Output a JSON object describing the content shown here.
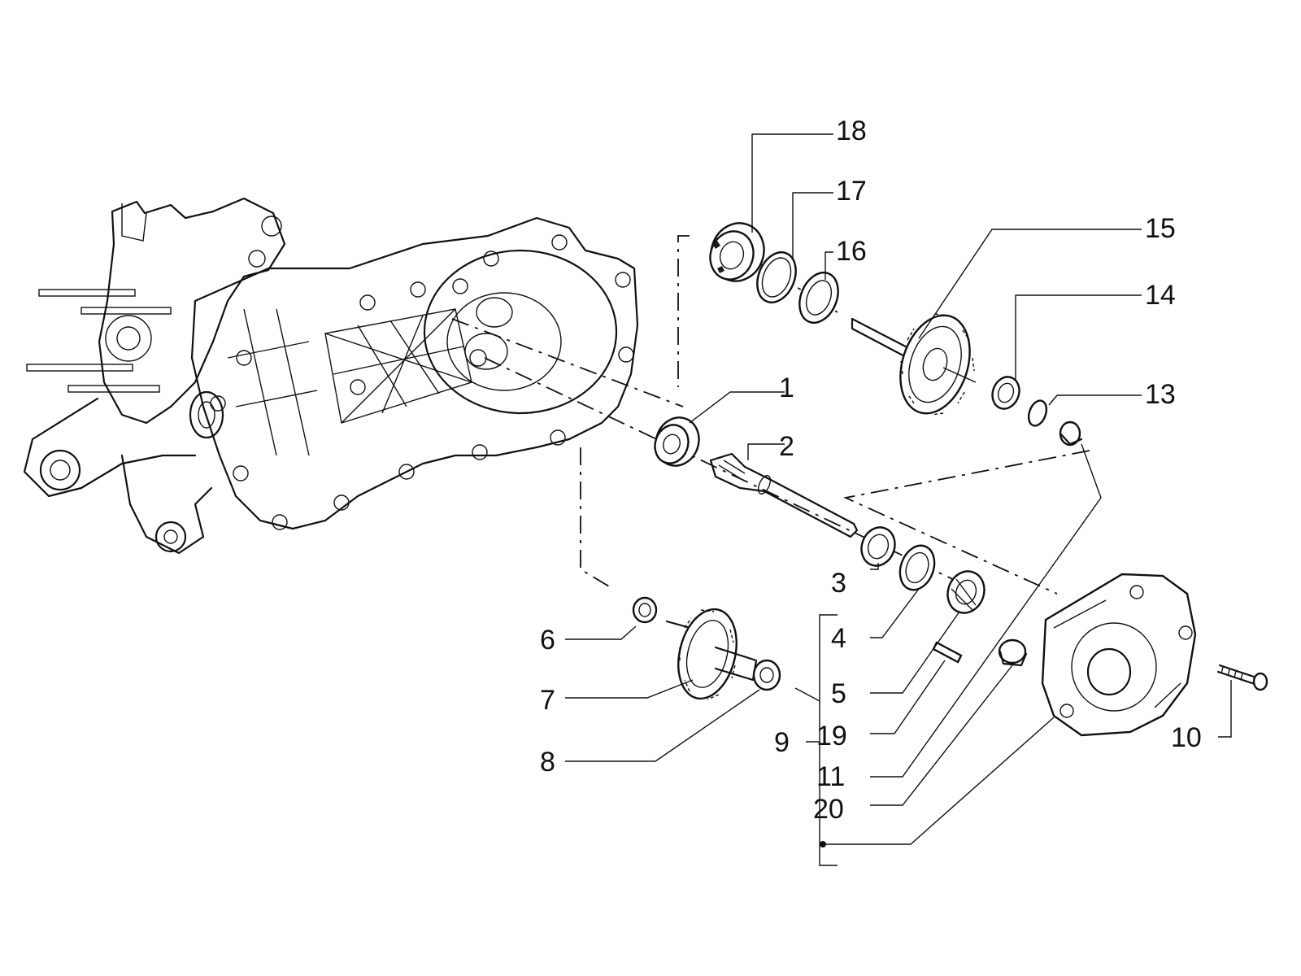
{
  "callouts": [
    {
      "id": "1",
      "label": "1"
    },
    {
      "id": "2",
      "label": "2"
    },
    {
      "id": "3",
      "label": "3"
    },
    {
      "id": "4",
      "label": "4"
    },
    {
      "id": "5",
      "label": "5"
    },
    {
      "id": "6",
      "label": "6"
    },
    {
      "id": "7",
      "label": "7"
    },
    {
      "id": "8",
      "label": "8"
    },
    {
      "id": "9",
      "label": "9"
    },
    {
      "id": "10",
      "label": "10"
    },
    {
      "id": "11",
      "label": "11"
    },
    {
      "id": "13",
      "label": "13"
    },
    {
      "id": "14",
      "label": "14"
    },
    {
      "id": "15",
      "label": "15"
    },
    {
      "id": "16",
      "label": "16"
    },
    {
      "id": "17",
      "label": "17"
    },
    {
      "id": "18",
      "label": "18"
    },
    {
      "id": "19",
      "label": "19"
    },
    {
      "id": "20",
      "label": "20"
    }
  ]
}
